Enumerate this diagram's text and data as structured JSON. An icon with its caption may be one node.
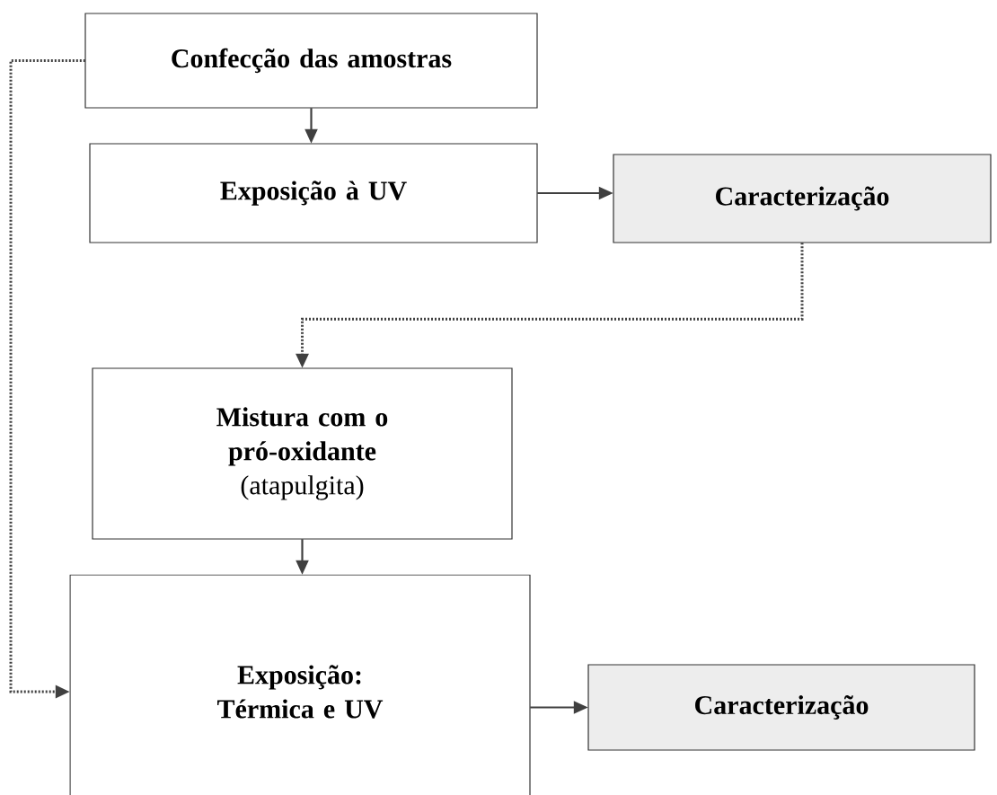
{
  "diagram": {
    "nodes": [
      {
        "text": [
          "Confecção das amostras"
        ]
      },
      {
        "text": [
          "Exposição à UV"
        ]
      },
      {
        "text": [
          "Caracterização"
        ]
      },
      {
        "text": [
          "Mistura com o pró-oxidante",
          "(atapulgita)"
        ]
      },
      {
        "text": [
          "Exposição: Térmica e UV"
        ]
      },
      {
        "text": [
          "Caracterização"
        ]
      }
    ],
    "edges": [
      {
        "from": 0,
        "to": 1,
        "arrow": "to"
      },
      {
        "from": 1,
        "to": 2,
        "arrow": "to"
      },
      {
        "from": 2,
        "to": 3,
        "arrow": "to",
        "style": "dashed"
      },
      {
        "from": 3,
        "to": 4,
        "arrow": "to"
      },
      {
        "from": 0,
        "to": 4,
        "arrow": "to",
        "style": "dashed"
      },
      {
        "from": 4,
        "to": 5,
        "arrow": "to"
      }
    ]
  }
}
